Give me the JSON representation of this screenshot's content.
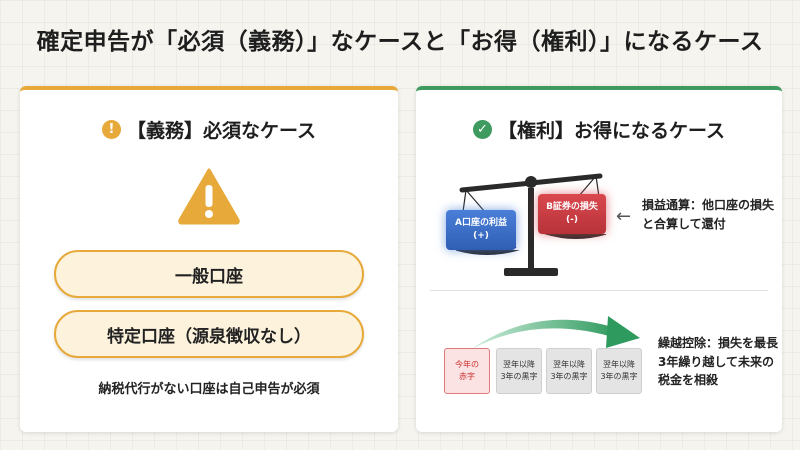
{
  "title": "確定申告が「必須（義務）」なケースと「お得（権利）」になるケース",
  "left": {
    "heading": "【義務】必須なケース",
    "heading_icon": "!",
    "items": [
      "一般口座",
      "特定口座（源泉徴収なし）"
    ],
    "note": "納税代行がない口座は自己申告が必須"
  },
  "right": {
    "heading": "【権利】お得になるケース",
    "heading_icon": "✓",
    "profit_box": {
      "line1": "A口座の利益",
      "line2": "(+)"
    },
    "loss_box": {
      "line1": "B証券の損失",
      "line2": "(-)"
    },
    "offset_arrow": "←",
    "offset_note": "損益通算：他口座の損失と合算して還付",
    "timeline": {
      "current": {
        "line1": "今年の",
        "line2": "赤字"
      },
      "future": [
        {
          "line1": "翌年以降",
          "line2": "3年の黒字"
        },
        {
          "line1": "翌年以降",
          "line2": "3年の黒字"
        },
        {
          "line1": "翌年以降",
          "line2": "3年の黒字"
        }
      ]
    },
    "carry_note": "繰越控除：損失を最長3年繰り越して未来の税金を相殺"
  },
  "colors": {
    "warning": "#e6a93a",
    "success": "#3e9a5f",
    "profit": "#2f5fb5",
    "loss": "#c8383f"
  }
}
